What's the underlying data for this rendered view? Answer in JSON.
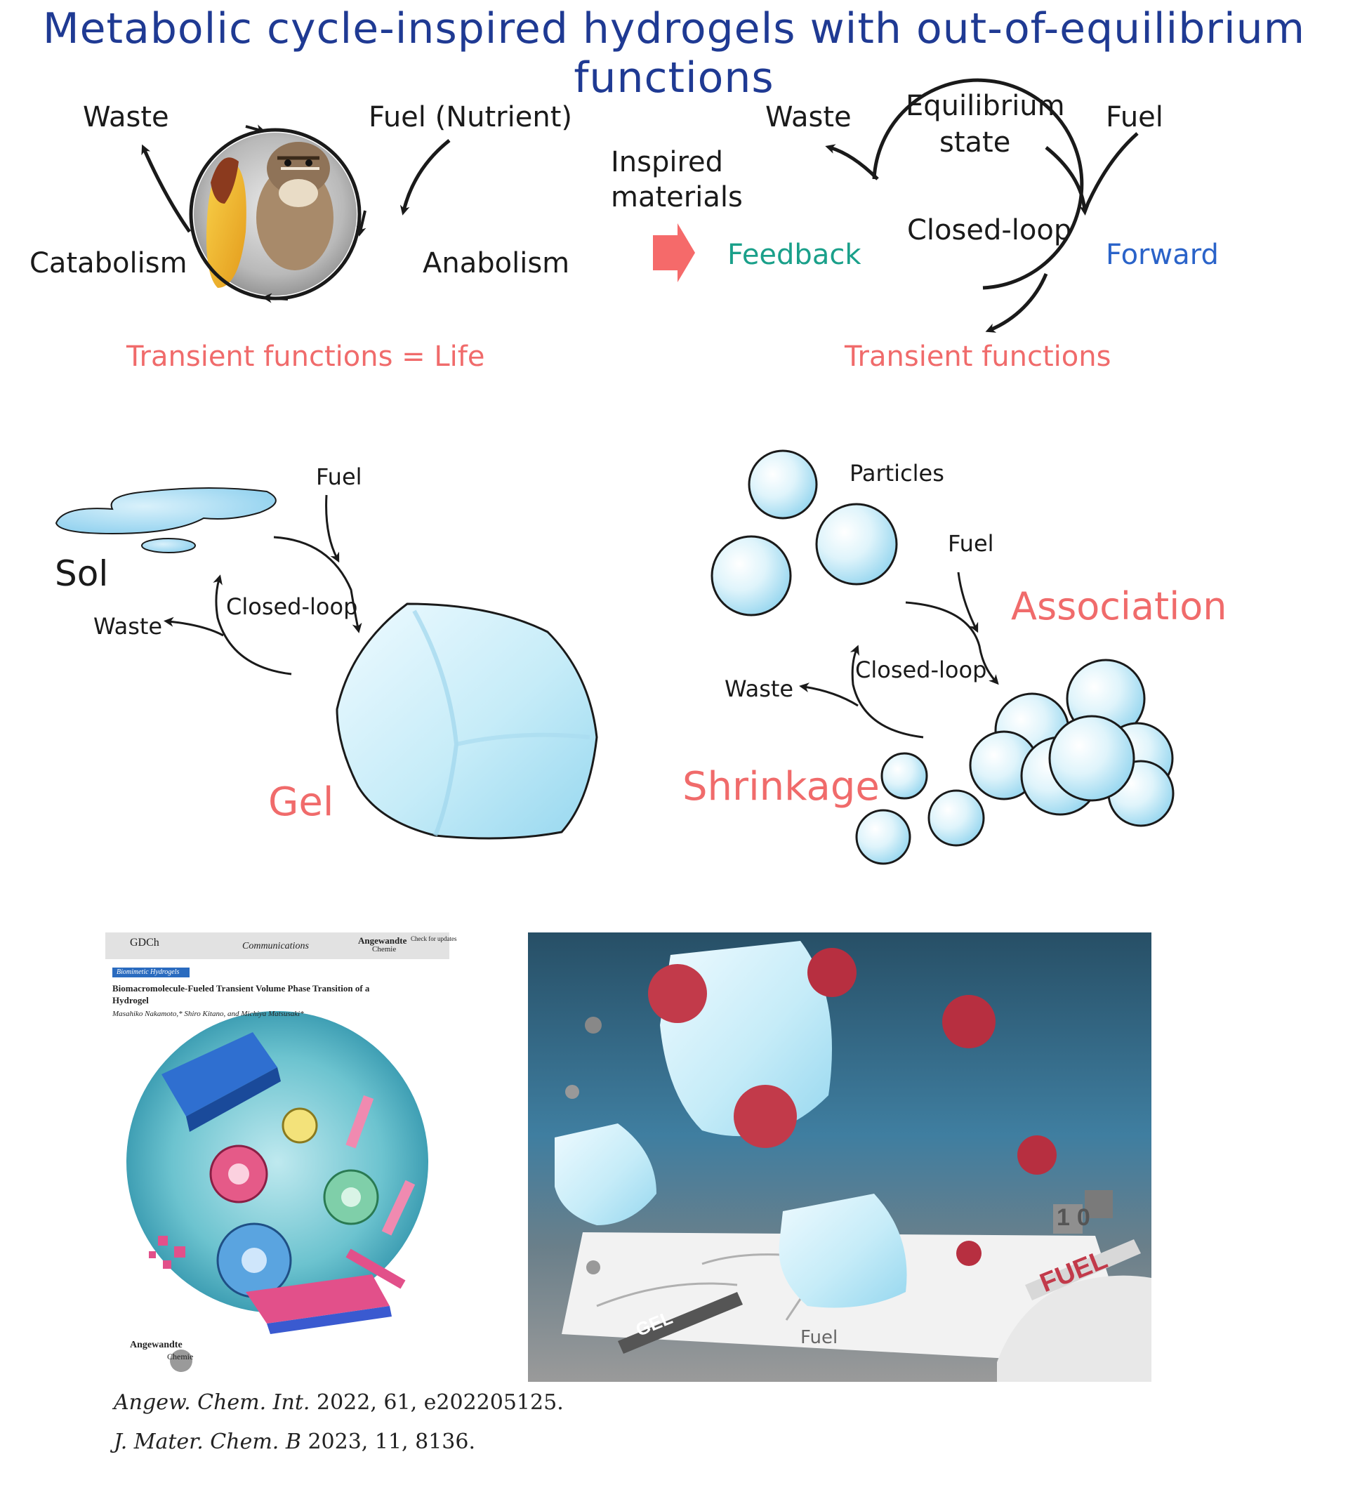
{
  "title": "Metabolic cycle-inspired hydrogels with out-of-equilibrium functions",
  "panel1": {
    "waste": "Waste",
    "fuel": "Fuel (Nutrient)",
    "catabolism": "Catabolism",
    "anabolism": "Anabolism",
    "caption": "Transient functions = Life"
  },
  "panel2": {
    "inspired": "Inspired",
    "materials": "materials",
    "waste": "Waste",
    "equilibrium": "Equilibrium",
    "state": "state",
    "fuel": "Fuel",
    "closed_loop": "Closed-loop",
    "feedback": "Feedback",
    "forward": "Forward",
    "caption": "Transient functions"
  },
  "panel3": {
    "fuel": "Fuel",
    "sol": "Sol",
    "closed_loop": "Closed-loop",
    "waste": "Waste",
    "gel": "Gel"
  },
  "panel4": {
    "particles": "Particles",
    "fuel": "Fuel",
    "association": "Association",
    "closed_loop": "Closed-loop",
    "waste": "Waste",
    "shrinkage": "Shrinkage"
  },
  "paper": {
    "society": "GDCh",
    "section": "Communications",
    "journal_logo": "Angewandte",
    "journal_logo_sub": "Chemie",
    "check": "Check for updates",
    "category": "Biomimetic Hydrogels",
    "headline1": "Biomacromolecule-Fueled Transient Volume Phase Transition of a",
    "headline2": "Hydrogel",
    "authors": "Masahiko Nakamoto,* Shiro Kitano, and Michiya Matsusaki*",
    "footer_logo": "Angewandte",
    "footer_logo_sub": "Chemie"
  },
  "photo": {
    "gel_pen": "GEL",
    "fuel_pen": "FUEL",
    "counter": "10",
    "sketch_fuel": "Fuel"
  },
  "references": [
    {
      "journal": "Angew. Chem. Int.",
      "rest": " 2022, 61, e202205125."
    },
    {
      "journal": "J. Mater. Chem. B",
      "rest": " 2023, 11, 8136."
    }
  ],
  "colors": {
    "title": "#1f3a93",
    "caption": "#f06b6b",
    "feedback": "#1aa08a",
    "forward": "#2a63c9",
    "arrow": "#f56a6a",
    "protein": "#c23a4a",
    "gel": "#bfe6f5"
  }
}
